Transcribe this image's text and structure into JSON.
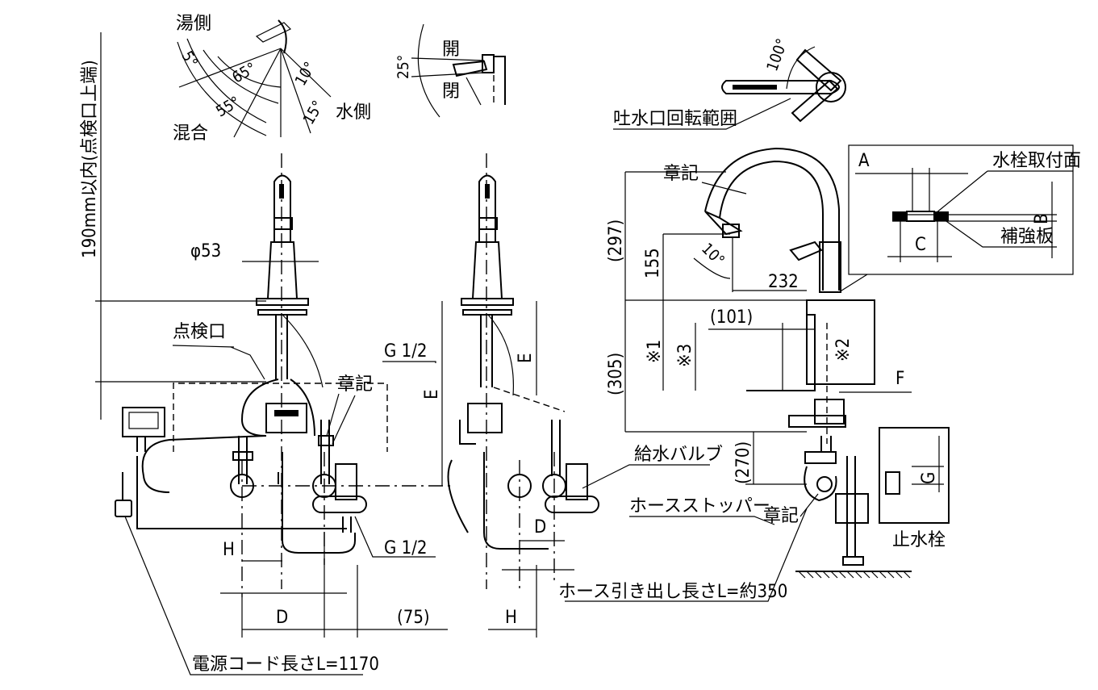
{
  "labels": {
    "yu_gawa": "湯側",
    "kongou": "混合",
    "mizu_gawa": "水側",
    "ang_5": "5°",
    "ang_65": "65°",
    "ang_10": "10°",
    "ang_55": "55°",
    "ang_15": "15°",
    "ang_25": "25°",
    "open": "開",
    "close": "閉",
    "ang_100": "100°",
    "spout_range": "吐水口回転範囲",
    "inspect_limit": "190mm以内(点検口上端)",
    "dia53": "φ53",
    "inspect_port": "点検口",
    "g12_top": "G 1/2",
    "g12_bottom": "G 1/2",
    "shoki_mid": "章記",
    "shoki_top": "章記",
    "shoki_bottom": "章記",
    "dim_E_left": "E",
    "dim_E_right": "E",
    "dim_H_left": "H",
    "dim_H_right": "H",
    "dim_D_left": "D",
    "dim_D_right": "D",
    "dim_75": "(75)",
    "power_cord": "電源コード長さL=1170",
    "supply_valve": "給水バルブ",
    "hose_stopper": "ホースストッパー",
    "hose_length": "ホース引き出し長さL=約350",
    "dim_297": "(297)",
    "dim_155": "155",
    "ang_10_spout": "10°",
    "dim_232": "232",
    "dim_101": "(101)",
    "dim_305": "(305)",
    "dim_star1": "※1",
    "dim_star3": "※3",
    "dim_star2": "※2",
    "dim_F": "F",
    "dim_270": "(270)",
    "dim_A": "A",
    "dim_B": "B",
    "dim_C": "C",
    "dim_G": "G",
    "mount_face": "水栓取付面",
    "reinforce_plate": "補強板",
    "stop_valve": "止水栓"
  }
}
